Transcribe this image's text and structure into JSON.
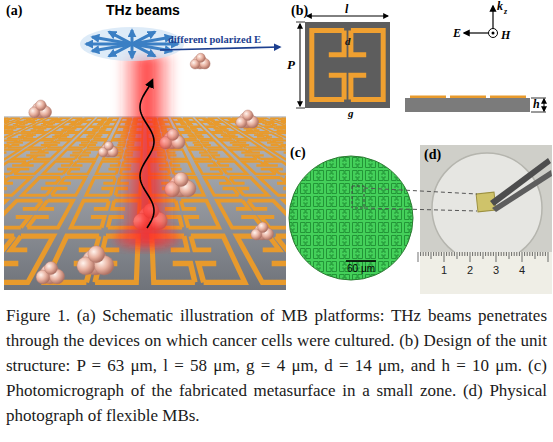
{
  "diagram": {
    "caption": "Figure 1. (a) Schematic illustration of MB platforms: THz beams penetrates through the devices on which cancer cells were cultured. (b) Design of the unit structure: P = 63 μm, l = 58 μm, g = 4 μm, d = 14 μm, and h = 10 μm. (c) Photomicrograph of the fabricated metasurface in a small zone. (d) Physical photograph of flexible MBs.",
    "labels": [
      "(a)",
      "THz beams",
      "different polarized E",
      "(b)",
      "l",
      "P",
      "d",
      "g",
      "k",
      "z",
      "E",
      "H",
      "h",
      "(c)",
      "60 μm",
      "(d)",
      "1",
      "2",
      "3",
      "4"
    ]
  }
}
